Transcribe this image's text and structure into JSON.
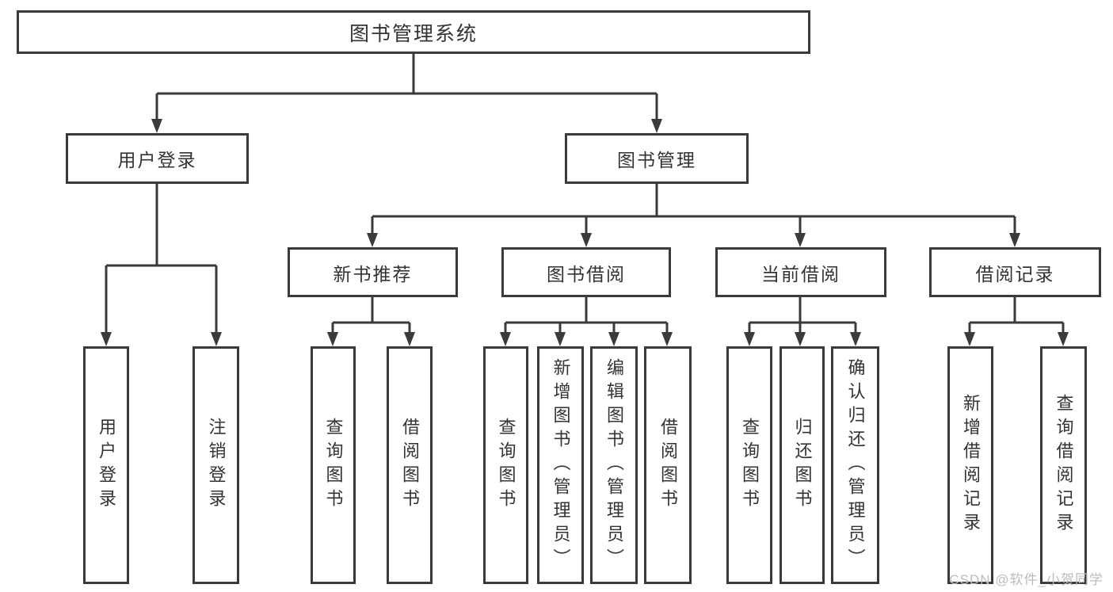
{
  "diagram": {
    "title": "图书管理系统",
    "level2": {
      "user_login": "用户登录",
      "book_mgmt": "图书管理"
    },
    "level3": {
      "new_books": "新书推荐",
      "book_borrow": "图书借阅",
      "current_borrow": "当前借阅",
      "borrow_records": "借阅记录"
    },
    "leaves": {
      "user_login": [
        "用户登录",
        "注销登录"
      ],
      "new_books": [
        "查询图书",
        "借阅图书"
      ],
      "book_borrow": [
        "查询图书",
        "新增图书（管理员）",
        "编辑图书（管理员）",
        "借阅图书"
      ],
      "current_borrow": [
        "查询图书",
        "归还图书",
        "确认归还（管理员）"
      ],
      "borrow_records": [
        "新增借阅记录",
        "查询借阅记录"
      ]
    }
  },
  "watermark": {
    "text": "CSDN @软件_小贺同学"
  },
  "colors": {
    "line": "#3a3a3a",
    "node_border": "#3a3a3a",
    "text": "#333333",
    "watermark_text": "#bcbcbc",
    "background": "#ffffff"
  }
}
